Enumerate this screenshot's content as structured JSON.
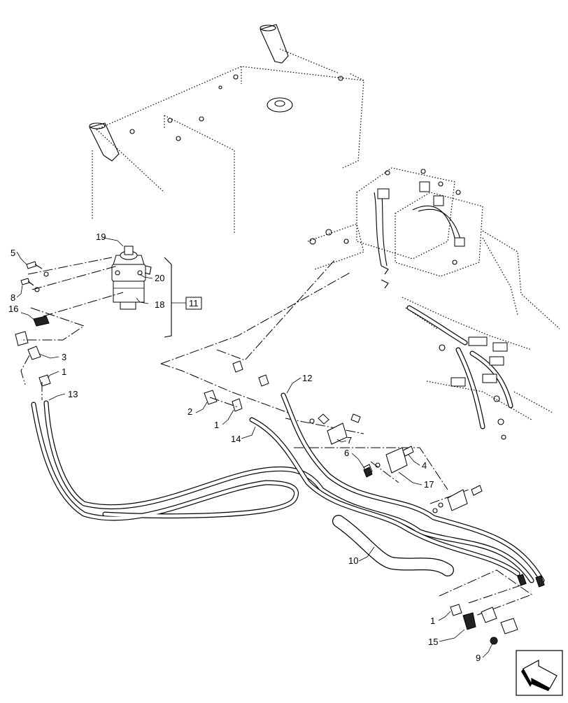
{
  "diagram": {
    "callouts": {
      "c19": "19",
      "c20": "20",
      "c18": "18",
      "c11": "11",
      "c5": "5",
      "c8": "8",
      "c16": "16",
      "c3": "3",
      "c1a": "1",
      "c13": "13",
      "c2": "2",
      "c1b": "1",
      "c14": "14",
      "c12": "12",
      "c7": "7",
      "c6": "6",
      "c4": "4",
      "c17": "17",
      "c10": "10",
      "c1c": "1",
      "c15": "15",
      "c9": "9"
    },
    "icons": {
      "orientation": "front-direction-arrow-icon"
    }
  }
}
